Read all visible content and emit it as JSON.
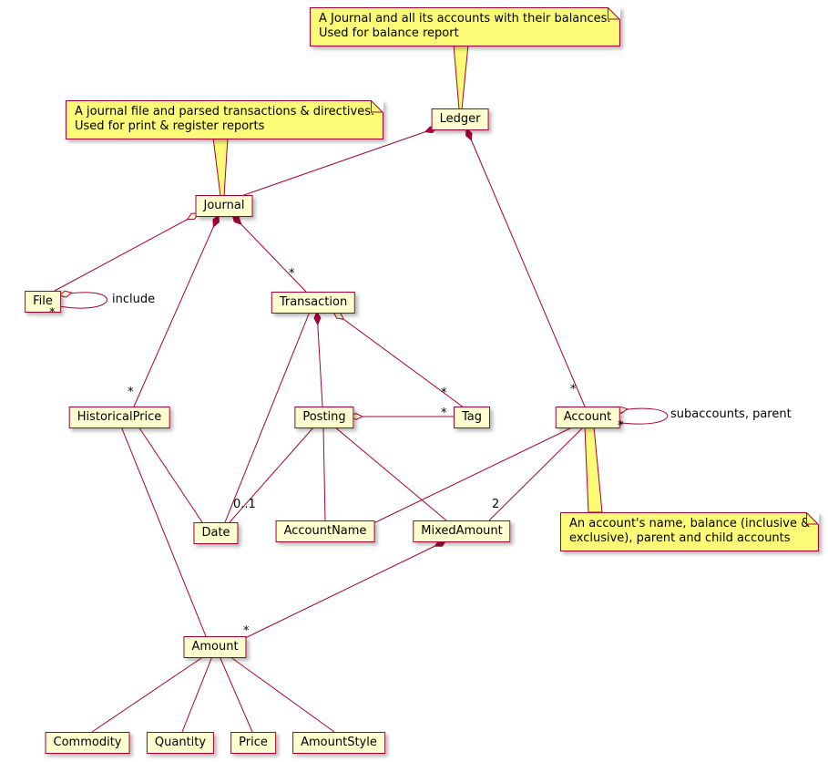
{
  "diagram": {
    "type": "uml-class-diagram",
    "colors": {
      "node_fill": "#FEFECE",
      "note_fill": "#FBFB77",
      "border": "#A80036",
      "line": "#A80036",
      "text": "#000000"
    },
    "classes": [
      {
        "id": "ledger",
        "label": "Ledger"
      },
      {
        "id": "journal",
        "label": "Journal"
      },
      {
        "id": "file",
        "label": "File"
      },
      {
        "id": "transaction",
        "label": "Transaction"
      },
      {
        "id": "historicalprice",
        "label": "HistoricalPrice"
      },
      {
        "id": "posting",
        "label": "Posting"
      },
      {
        "id": "tag",
        "label": "Tag"
      },
      {
        "id": "account",
        "label": "Account"
      },
      {
        "id": "date",
        "label": "Date"
      },
      {
        "id": "accountname",
        "label": "AccountName"
      },
      {
        "id": "mixedamount",
        "label": "MixedAmount"
      },
      {
        "id": "amount",
        "label": "Amount"
      },
      {
        "id": "commodity",
        "label": "Commodity"
      },
      {
        "id": "quantity",
        "label": "Quantity"
      },
      {
        "id": "price",
        "label": "Price"
      },
      {
        "id": "amountstyle",
        "label": "AmountStyle"
      }
    ],
    "notes": [
      {
        "id": "note-ledger",
        "target": "Ledger",
        "line1": "A Journal and all its accounts with their balances.",
        "line2": "Used for balance report"
      },
      {
        "id": "note-journal",
        "target": "Journal",
        "line1": "A journal file and parsed transactions & directives.",
        "line2": "Used for print & register reports"
      },
      {
        "id": "note-account",
        "target": "Account",
        "line1": "An account's name, balance (inclusive &",
        "line2": "exclusive), parent and child accounts"
      }
    ],
    "edge_labels": [
      {
        "id": "ledger-account-mult",
        "text": "*"
      },
      {
        "id": "journal-transaction-mult",
        "text": "*"
      },
      {
        "id": "journal-historicalprice-mult",
        "text": "*"
      },
      {
        "id": "transaction-tag-mult",
        "text": "*"
      },
      {
        "id": "posting-tag-mult",
        "text": "*"
      },
      {
        "id": "posting-date-mult",
        "text": "0..1"
      },
      {
        "id": "account-mixedamount-mult",
        "text": "2"
      },
      {
        "id": "mixedamount-amount-mult",
        "text": "*"
      },
      {
        "id": "file-include-label",
        "text": "include"
      },
      {
        "id": "file-include-mult",
        "text": "*"
      },
      {
        "id": "account-loop-label",
        "text": "subaccounts, parent"
      },
      {
        "id": "account-loop-mult",
        "text": "*"
      }
    ],
    "relationships": [
      {
        "from": "Ledger",
        "to": "Journal",
        "kind": "composition"
      },
      {
        "from": "Ledger",
        "to": "Account",
        "kind": "composition",
        "multiplicity": "*"
      },
      {
        "from": "Journal",
        "to": "File",
        "kind": "aggregation"
      },
      {
        "from": "File",
        "to": "File",
        "kind": "aggregation",
        "multiplicity": "*",
        "label": "include"
      },
      {
        "from": "Journal",
        "to": "Transaction",
        "kind": "composition",
        "multiplicity": "*"
      },
      {
        "from": "Journal",
        "to": "HistoricalPrice",
        "kind": "composition",
        "multiplicity": "*"
      },
      {
        "from": "Transaction",
        "to": "Posting",
        "kind": "composition"
      },
      {
        "from": "Transaction",
        "to": "Tag",
        "kind": "aggregation",
        "multiplicity": "*"
      },
      {
        "from": "Transaction",
        "to": "Date",
        "kind": "association"
      },
      {
        "from": "Posting",
        "to": "Tag",
        "kind": "aggregation",
        "multiplicity": "*"
      },
      {
        "from": "Posting",
        "to": "Date",
        "kind": "association",
        "multiplicity": "0..1"
      },
      {
        "from": "Posting",
        "to": "AccountName",
        "kind": "association"
      },
      {
        "from": "Posting",
        "to": "MixedAmount",
        "kind": "association"
      },
      {
        "from": "Account",
        "to": "AccountName",
        "kind": "association"
      },
      {
        "from": "Account",
        "to": "MixedAmount",
        "kind": "association",
        "multiplicity": "2"
      },
      {
        "from": "Account",
        "to": "Account",
        "kind": "aggregation",
        "multiplicity": "*",
        "label": "subaccounts, parent"
      },
      {
        "from": "HistoricalPrice",
        "to": "Date",
        "kind": "association"
      },
      {
        "from": "HistoricalPrice",
        "to": "Amount",
        "kind": "association"
      },
      {
        "from": "MixedAmount",
        "to": "Amount",
        "kind": "composition",
        "multiplicity": "*"
      },
      {
        "from": "Amount",
        "to": "Commodity",
        "kind": "association"
      },
      {
        "from": "Amount",
        "to": "Quantity",
        "kind": "association"
      },
      {
        "from": "Amount",
        "to": "Price",
        "kind": "association"
      },
      {
        "from": "Amount",
        "to": "AmountStyle",
        "kind": "association"
      }
    ]
  }
}
